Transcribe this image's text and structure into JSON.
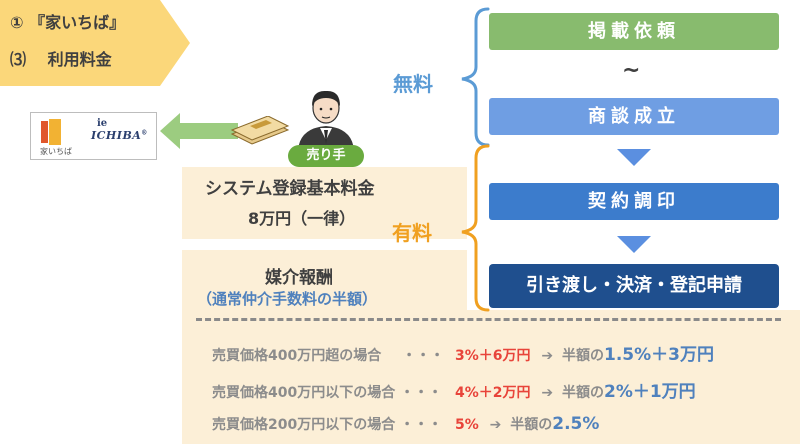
{
  "header": {
    "line1": "① 『家いちば』",
    "line2": "⑶　 利用料金",
    "bg_color": "#fbd77a"
  },
  "logo": {
    "brand_top": "ie",
    "brand": "ICHIBA",
    "registered": "®",
    "jp_name": "家いちば"
  },
  "seller_badge": "売り手",
  "labels": {
    "free": "無料",
    "paid": "有料",
    "tilde": "~"
  },
  "steps": [
    {
      "label": "掲載依頼",
      "color": "#88bb6e"
    },
    {
      "label": "商談成立",
      "color": "#6f9ee3"
    },
    {
      "label": "契約調印",
      "color": "#3c7ccc"
    },
    {
      "label": "引き渡し・決済・登記申請",
      "color": "#1f4f8e"
    }
  ],
  "fees": {
    "system_title": "システム登録基本料金",
    "system_amount": "8万円（一律）",
    "brokerage_title": "媒介報酬",
    "brokerage_note": "（通常仲介手数料の半額）"
  },
  "rates": [
    {
      "condition": "売買価格400万円超の場合",
      "dots": "・・・",
      "standard": "3%＋6万円",
      "arrow": "➔",
      "half_label": "半額の",
      "half": "1.5%＋3万円"
    },
    {
      "condition": "売買価格400万円以下の場合",
      "dots": "・・・",
      "standard": "4%＋2万円",
      "arrow": "➔",
      "half_label": "半額の",
      "half": "2%＋1万円"
    },
    {
      "condition": "売買価格200万円以下の場合",
      "dots": "・・・",
      "standard": "5%",
      "arrow": "➔",
      "half_label": "半額の",
      "half": "2.5%"
    }
  ],
  "colors": {
    "panel": "#fcefd7",
    "free_brace": "#5b9bd5",
    "paid_brace": "#f0a020",
    "arrow_green": "#9ccc80",
    "rate_red": "#e8443a",
    "rate_blue": "#4f81bd"
  }
}
